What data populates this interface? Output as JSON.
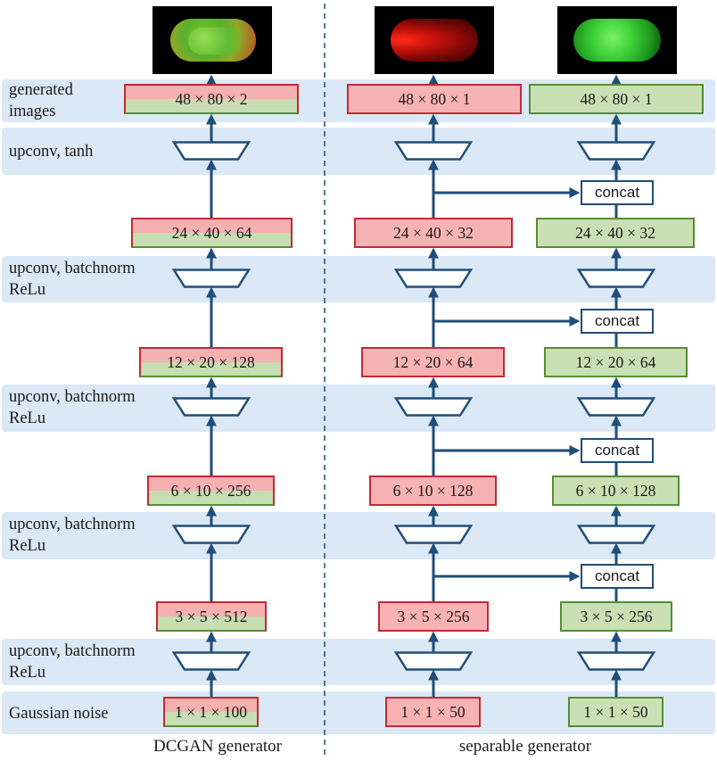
{
  "rows": [
    {
      "label": "generated\nimages"
    },
    {
      "label": "upconv, tanh"
    },
    {
      "label": "upconv, batchnorm\nReLu"
    },
    {
      "label": "upconv, batchnorm\nReLu"
    },
    {
      "label": "upconv, batchnorm\nReLu"
    },
    {
      "label": "upconv, batchnorm\nReLu"
    },
    {
      "label": "Gaussian noise"
    }
  ],
  "dcgan": {
    "title": "DCGAN generator",
    "boxes": [
      "48 × 80 × 2",
      "24 × 40 × 64",
      "12 × 20 × 128",
      "6 × 10 × 256",
      "3 × 5 × 512",
      "1 × 1 × 100"
    ]
  },
  "separable": {
    "title": "separable generator",
    "red_boxes": [
      "48 × 80 × 1",
      "24 × 40 × 32",
      "12 × 20 × 64",
      "6 × 10 × 128",
      "3 × 5 × 256",
      "1 × 1 × 50"
    ],
    "green_boxes": [
      "48 × 80 × 1",
      "24 × 40 × 32",
      "12 × 20 × 64",
      "6 × 10 × 128",
      "3 × 5 × 256",
      "1 × 1 × 50"
    ],
    "concat_label": "concat"
  },
  "images": [
    {
      "name": "combined-cell-image",
      "channels": "red+green"
    },
    {
      "name": "red-channel-image",
      "channels": "red"
    },
    {
      "name": "green-channel-image",
      "channels": "green"
    }
  ],
  "colors": {
    "band": "#dbe8f5",
    "red_border": "#c32a35",
    "red_fill": "#f7b2b4",
    "green_border": "#548e34",
    "green_fill": "#c9e0b5",
    "arrow": "#1f4e79"
  }
}
